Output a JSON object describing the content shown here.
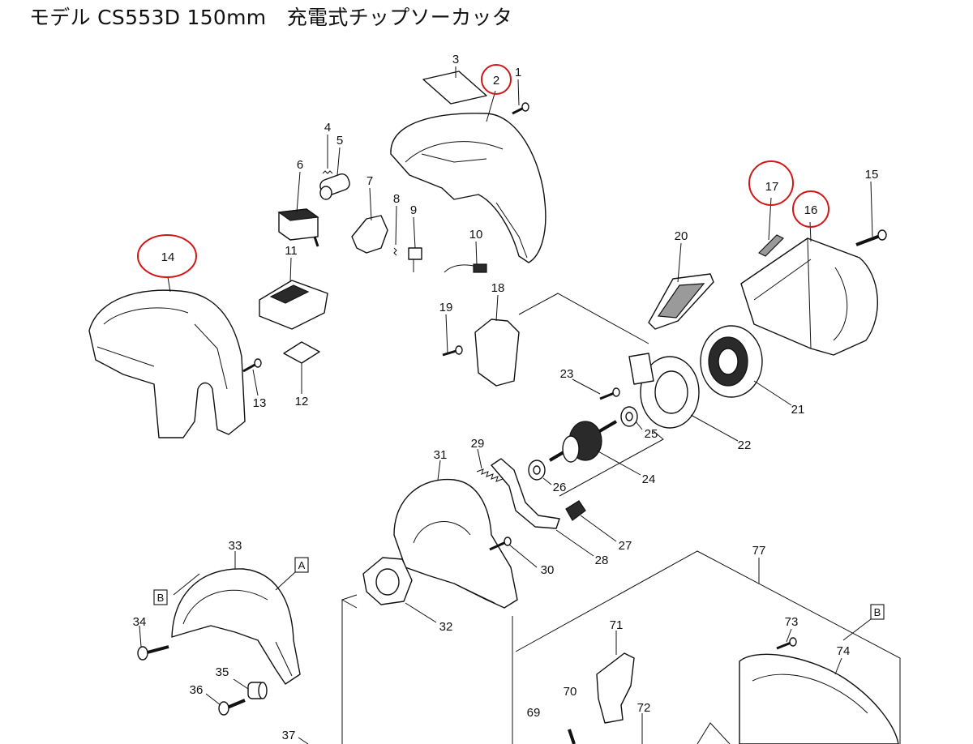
{
  "title": "モデル CS553D 150mm　充電式チップソーカッタ",
  "parts": [
    {
      "id": "p1",
      "label": "1"
    },
    {
      "id": "p2",
      "label": "2",
      "highlight": true
    },
    {
      "id": "p3",
      "label": "3"
    },
    {
      "id": "p4",
      "label": "4"
    },
    {
      "id": "p5",
      "label": "5"
    },
    {
      "id": "p6",
      "label": "6"
    },
    {
      "id": "p7",
      "label": "7"
    },
    {
      "id": "p8",
      "label": "8"
    },
    {
      "id": "p9",
      "label": "9"
    },
    {
      "id": "p10",
      "label": "10"
    },
    {
      "id": "p11",
      "label": "11"
    },
    {
      "id": "p12",
      "label": "12"
    },
    {
      "id": "p13",
      "label": "13"
    },
    {
      "id": "p14",
      "label": "14",
      "highlight": true
    },
    {
      "id": "p15",
      "label": "15"
    },
    {
      "id": "p16",
      "label": "16",
      "highlight": true
    },
    {
      "id": "p17",
      "label": "17",
      "highlight": true
    },
    {
      "id": "p18",
      "label": "18"
    },
    {
      "id": "p19",
      "label": "19"
    },
    {
      "id": "p20",
      "label": "20"
    },
    {
      "id": "p21",
      "label": "21"
    },
    {
      "id": "p22",
      "label": "22"
    },
    {
      "id": "p23",
      "label": "23"
    },
    {
      "id": "p24",
      "label": "24"
    },
    {
      "id": "p25",
      "label": "25"
    },
    {
      "id": "p26",
      "label": "26"
    },
    {
      "id": "p27",
      "label": "27"
    },
    {
      "id": "p28",
      "label": "28"
    },
    {
      "id": "p29",
      "label": "29"
    },
    {
      "id": "p30",
      "label": "30"
    },
    {
      "id": "p31",
      "label": "31"
    },
    {
      "id": "p32",
      "label": "32"
    },
    {
      "id": "p33",
      "label": "33"
    },
    {
      "id": "p34",
      "label": "34"
    },
    {
      "id": "p35",
      "label": "35"
    },
    {
      "id": "p36",
      "label": "36"
    },
    {
      "id": "p37",
      "label": "37"
    },
    {
      "id": "p69",
      "label": "69"
    },
    {
      "id": "p70",
      "label": "70"
    },
    {
      "id": "p71",
      "label": "71"
    },
    {
      "id": "p72",
      "label": "72"
    },
    {
      "id": "p73",
      "label": "73"
    },
    {
      "id": "p74",
      "label": "74"
    },
    {
      "id": "p77",
      "label": "77"
    }
  ],
  "refs": [
    {
      "id": "refA",
      "label": "A"
    },
    {
      "id": "refB1",
      "label": "B"
    },
    {
      "id": "refB2",
      "label": "B"
    }
  ],
  "colors": {
    "highlight": "#d01818",
    "line": "#111111"
  }
}
